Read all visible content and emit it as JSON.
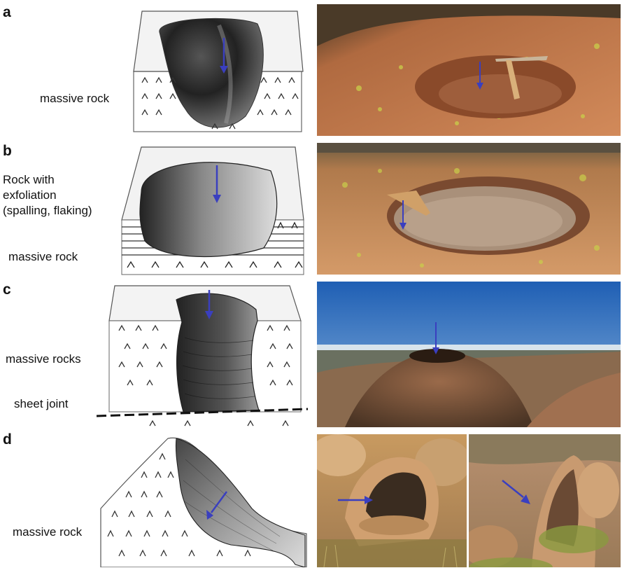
{
  "panels": [
    {
      "letter": "a",
      "labels": [
        "massive rock"
      ]
    },
    {
      "letter": "b",
      "labels": [
        "Rock with",
        "exfoliation",
        "(spalling, flaking)",
        "massive rock"
      ]
    },
    {
      "letter": "c",
      "labels": [
        "massive rocks",
        "sheet joint"
      ]
    },
    {
      "letter": "d",
      "labels": [
        "massive rock"
      ]
    }
  ],
  "colors": {
    "arrow": "#3a3fbf",
    "rock_orange": "#c9764a",
    "lichen": "#c9cf4a",
    "sky": "#2f6fc0"
  }
}
